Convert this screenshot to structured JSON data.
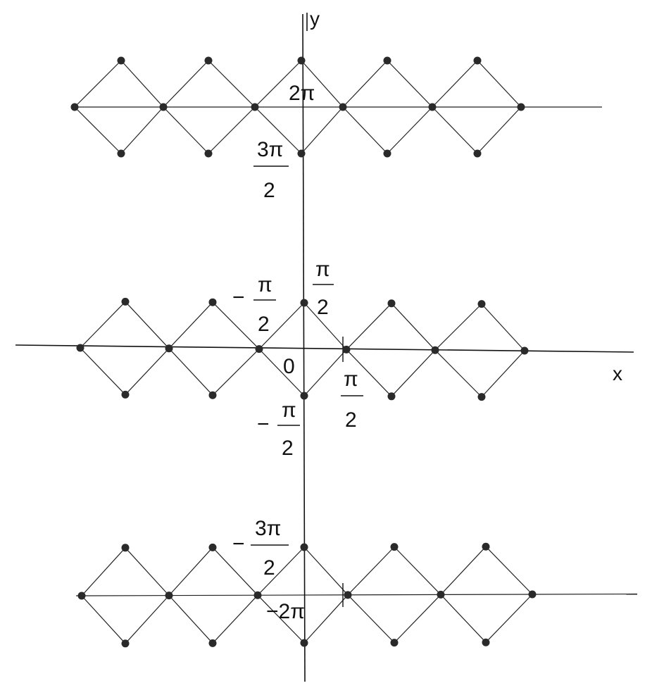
{
  "axes": {
    "x_label": "x",
    "y_label": "y",
    "origin_label": "0"
  },
  "labels": {
    "two_pi": "2π",
    "three_pi_over_two": {
      "num": "3π",
      "den": "2"
    },
    "pi_over_two_up": {
      "num": "π",
      "den": "2"
    },
    "neg_pi_over_two_up": {
      "sign": "−",
      "num": "π",
      "den": "2"
    },
    "pi_over_two_right": {
      "num": "π",
      "den": "2"
    },
    "neg_pi_over_two_down": {
      "sign": "−",
      "num": "π",
      "den": "2"
    },
    "neg_three_pi_over_two": {
      "sign": "−",
      "num": "3π",
      "den": "2"
    },
    "neg_two_pi": "−2π"
  },
  "diagram": {
    "bands_y_values": [
      "2π",
      "0",
      "−2π"
    ],
    "x_nodes_in_pi_over_two_units": [
      -5,
      -3,
      -1,
      1,
      3,
      5
    ],
    "band_half_height": "π/2",
    "colors": {
      "line": "#222222",
      "dot": "#2a2a2a",
      "background": "#ffffff"
    }
  }
}
